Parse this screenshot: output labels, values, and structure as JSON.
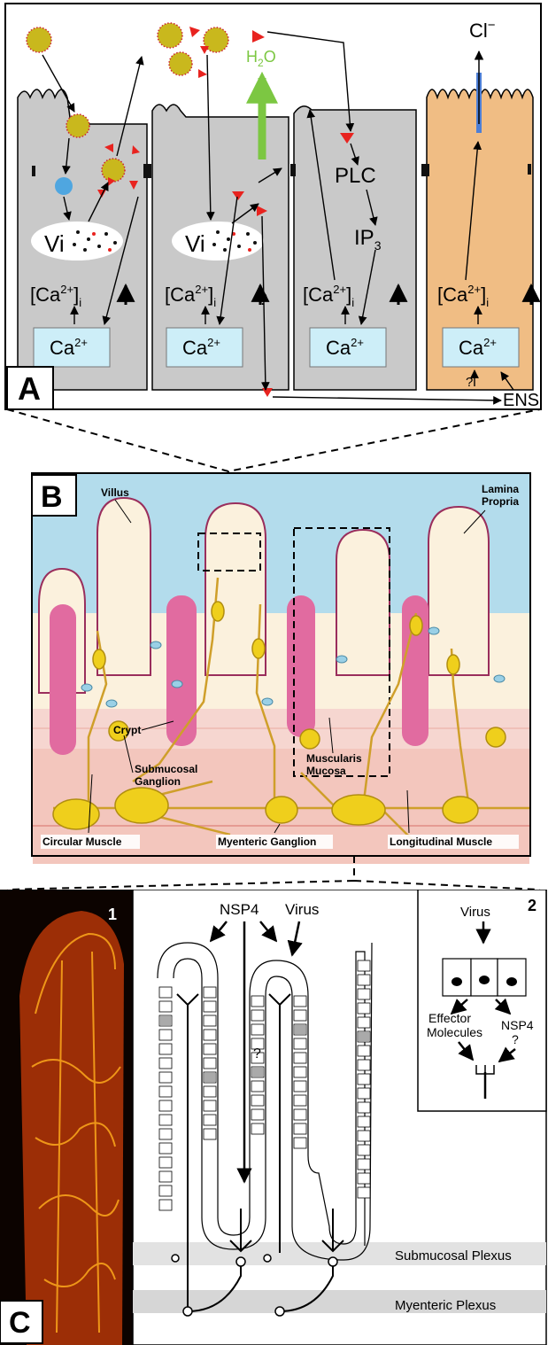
{
  "panelA": {
    "letter": "A",
    "water": "H",
    "water_sub": "2",
    "water_o": "O",
    "chloride": "Cl",
    "chloride_sup": "−",
    "plc": "PLC",
    "ip3": "IP",
    "ip3_sub": "3",
    "vi": "Vi",
    "ca_i_open": "[Ca",
    "ca_sup": "2+",
    "ca_i_close": "]",
    "ca_i_sub": "i",
    "ca_store": "Ca",
    "question": "?",
    "ens": "ENS",
    "colors": {
      "cell": "#c9c9c9",
      "secretory_cell": "#f0bd84",
      "store": "#cdeef8",
      "toxin": "#e8231f",
      "virus": "#c9b81d",
      "water_arrow": "#7cc742",
      "cl_channel": "#4d7fd6"
    }
  },
  "panelB": {
    "letter": "B",
    "labels": {
      "villus": "Villus",
      "lamina1": "Lamina",
      "lamina2": "Propria",
      "crypt": "Crypt",
      "submucosal1": "Submucosal",
      "submucosal2": "Ganglion",
      "muscularis1": "Muscularis",
      "muscularis2": "Mucosa",
      "circular": "Circular Muscle",
      "myenteric": "Myenteric Ganglion",
      "longitudinal": "Longitudinal Muscle"
    },
    "colors": {
      "lumen": "#b3dcec",
      "tissue": "#fbf1dd",
      "villus": "#e890b4",
      "muscle": "#f3c6bd",
      "ganglion": "#efcf1c",
      "nerve": "#cf9f2a"
    }
  },
  "panelC": {
    "letter": "C",
    "inset1_number": "1",
    "inset2_number": "2",
    "nsp4": "NSP4",
    "virus": "Virus",
    "question": "?",
    "inset_virus": "Virus",
    "effector1": "Effector",
    "effector2": "Molecules",
    "inset_nsp4": "NSP4",
    "inset_question": "?",
    "submucosal_plexus": "Submucosal Plexus",
    "myenteric_plexus": "Myenteric Plexus"
  }
}
